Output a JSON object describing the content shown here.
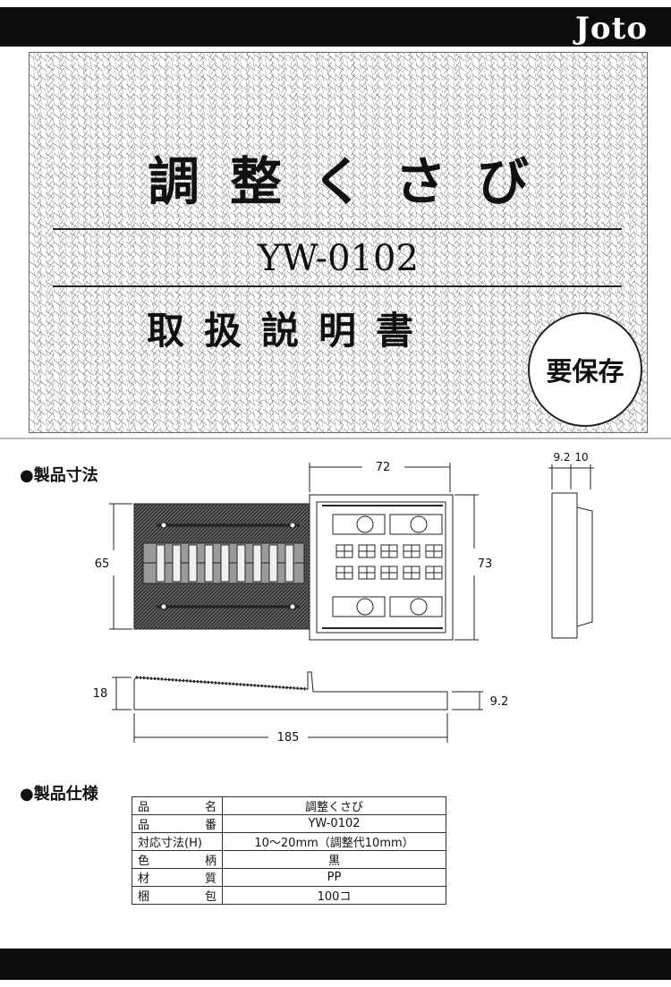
{
  "brand": "Joto",
  "cover": {
    "title": "調整くさび",
    "model": "YW-0102",
    "subtitle": "取扱説明書",
    "keep_label": "要保存"
  },
  "dimensions_section": {
    "title": "●製品寸法",
    "labels": {
      "top_width": "72",
      "side_a": "9.2",
      "side_b": "10",
      "left_height": "65",
      "right_height": "73",
      "profile_height": "18",
      "profile_low": "9.2",
      "total_length": "185"
    }
  },
  "specs_section": {
    "title": "●製品仕様",
    "rows": [
      {
        "label": [
          "品",
          "名"
        ],
        "value": "調整くさび"
      },
      {
        "label": [
          "品",
          "番"
        ],
        "value": "YW-0102"
      },
      {
        "label": [
          "対応寸法(H)"
        ],
        "value": "10～20mm（調整代10mm）"
      },
      {
        "label": [
          "色",
          "柄"
        ],
        "value": "黒"
      },
      {
        "label": [
          "材",
          "質"
        ],
        "value": "PP"
      },
      {
        "label": [
          "梱",
          "包"
        ],
        "value": "100コ"
      }
    ]
  },
  "colors": {
    "bar": "#0d0d0d",
    "ink": "#111111",
    "hatch": "#6f6f6f"
  }
}
